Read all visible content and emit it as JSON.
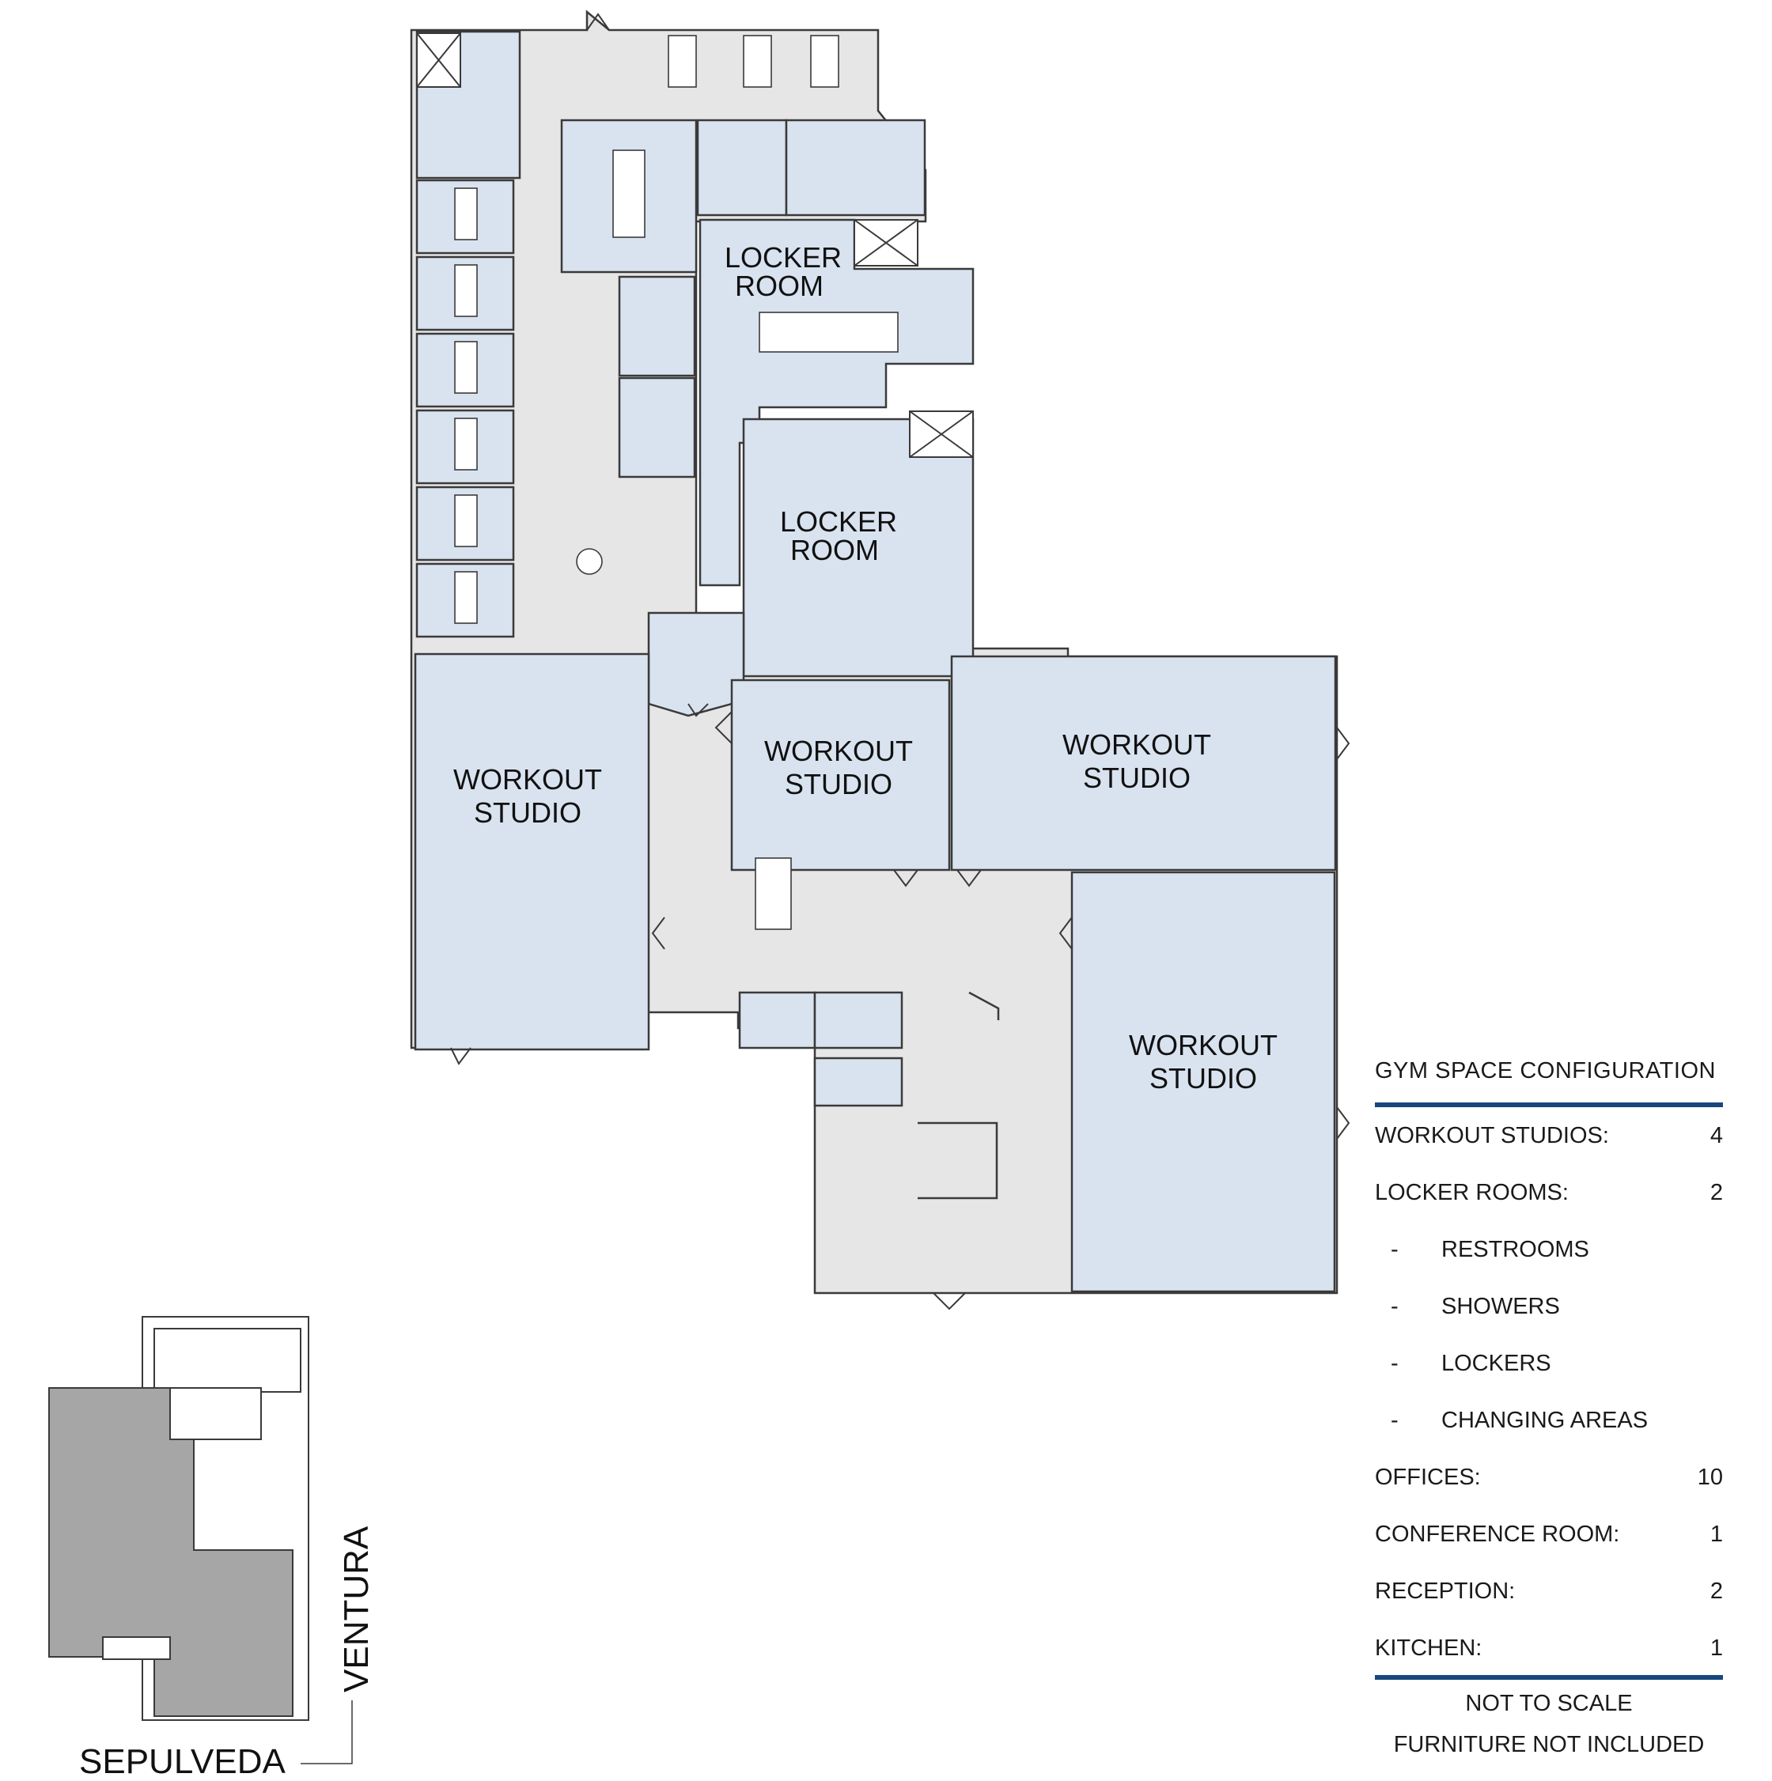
{
  "rooms": {
    "workout_1": [
      "WORKOUT",
      "STUDIO"
    ],
    "workout_2": [
      "WORKOUT",
      "STUDIO"
    ],
    "workout_3": [
      "WORKOUT",
      "STUDIO"
    ],
    "workout_4": [
      "WORKOUT",
      "STUDIO"
    ],
    "locker_1": [
      "LOCKER",
      "ROOM"
    ],
    "locker_2": [
      "LOCKER",
      "ROOM"
    ]
  },
  "streets": {
    "ventura": "VENTURA",
    "sepulveda": "SEPULVEDA"
  },
  "legend": {
    "title": "GYM SPACE CONFIGURATION",
    "items": [
      {
        "label": "WORKOUT STUDIOS:",
        "value": "4"
      },
      {
        "label": "LOCKER ROOMS:",
        "value": "2"
      }
    ],
    "sub_items": [
      {
        "dash": "-",
        "label": "RESTROOMS"
      },
      {
        "dash": "-",
        "label": "SHOWERS"
      },
      {
        "dash": "-",
        "label": "LOCKERS"
      },
      {
        "dash": "-",
        "label": "CHANGING AREAS"
      }
    ],
    "items_after": [
      {
        "label": "OFFICES:",
        "value": "10"
      },
      {
        "label": "CONFERENCE ROOM:",
        "value": "1"
      },
      {
        "label": "RECEPTION:",
        "value": "2"
      },
      {
        "label": "KITCHEN:",
        "value": "1"
      }
    ],
    "notes": [
      "NOT TO SCALE",
      "FURNITURE NOT INCLUDED"
    ]
  },
  "colors": {
    "room_fill": "#d9e3f0",
    "corridor_fill": "#e6e6e6",
    "wall": "#3a3a3a",
    "key_plan_fill": "#a6a6a6",
    "legend_rule": "#17477d"
  }
}
